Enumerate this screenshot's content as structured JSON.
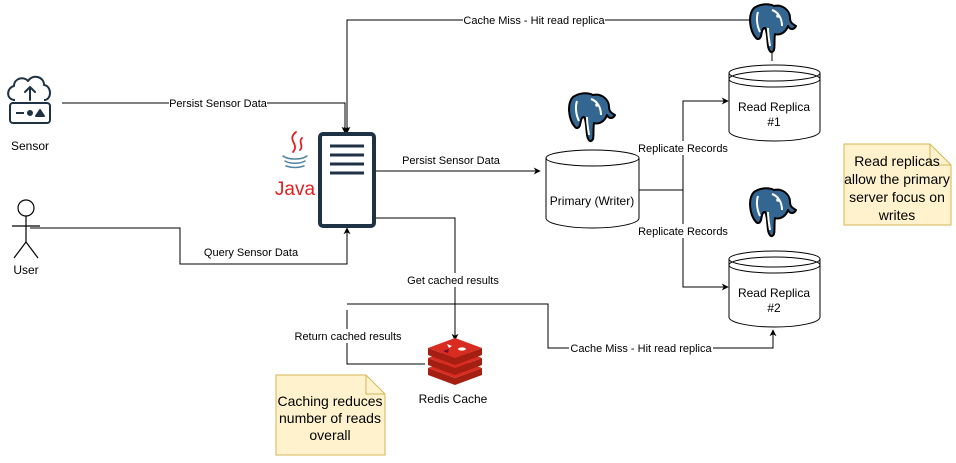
{
  "nodes": {
    "sensor": "Sensor",
    "user": "User",
    "java": "Java",
    "primary": "Primary (Writer)",
    "replica1": [
      "Read Replica",
      "#1"
    ],
    "replica2": [
      "Read Replica",
      "#2"
    ],
    "redis": "Redis Cache"
  },
  "edges": {
    "persist_sensor_to_server": "Persist Sensor Data",
    "persist_server_to_primary": "Persist Sensor Data",
    "query_sensor": "Query Sensor Data",
    "cache_miss_top": "Cache Miss - Hit read replica",
    "cache_miss_bottom": "Cache Miss - Hit read replica",
    "replicate_top": "Replicate Records",
    "replicate_bottom": "Replicate Records",
    "get_cached": "Get cached results",
    "return_cached": "Return cached results"
  },
  "notes": {
    "replicas": [
      "Read replicas",
      "allow the primary",
      "server focus on",
      "writes"
    ],
    "caching": [
      "Caching reduces",
      "number of reads",
      "overall"
    ]
  },
  "colors": {
    "note_fill": "#fff2cc",
    "note_stroke": "#d6b656",
    "postgres_blue": "#336791",
    "server_navy": "#1f3245",
    "redis_red": "#d82c20",
    "java_red": "#e11f21",
    "java_blue": "#5382a1"
  },
  "icons": {
    "sensor": "cloud-upload-sensor-icon",
    "user": "stick-figure-icon",
    "java": "java-logo-icon",
    "server": "server-icon",
    "postgres": "postgresql-elephant-icon",
    "redis": "redis-logo-icon"
  }
}
